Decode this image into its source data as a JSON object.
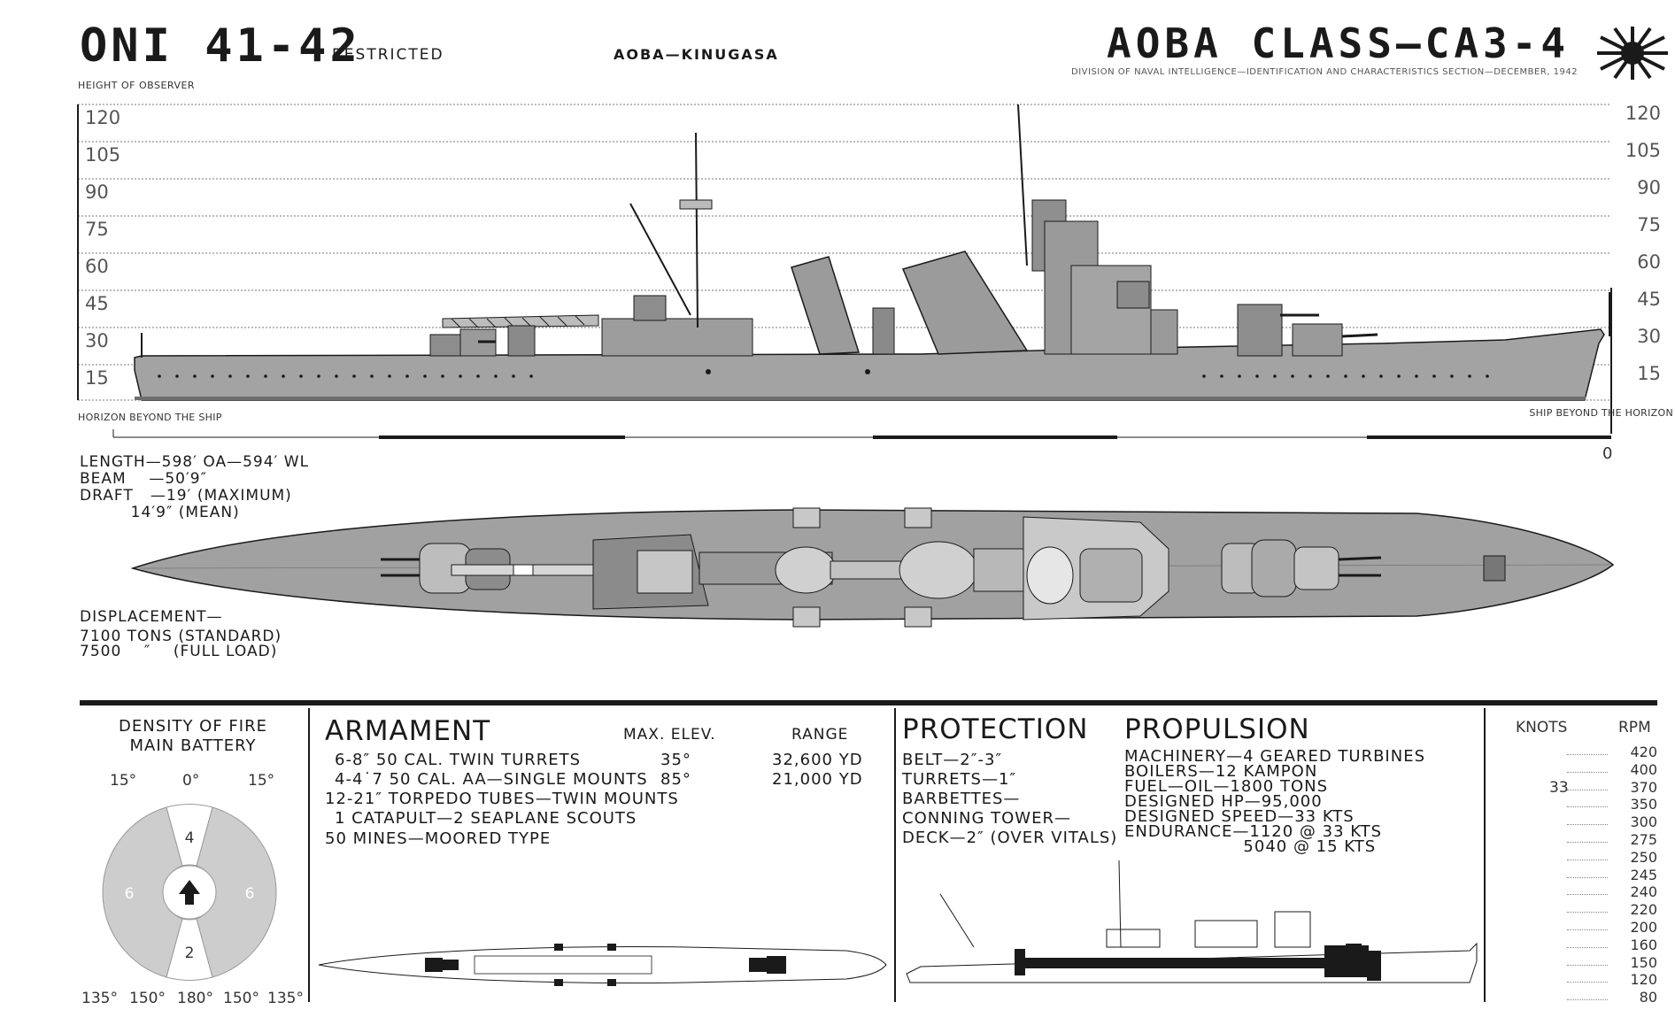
{
  "header": {
    "doc_id": "ONI 41-42",
    "classification": "RESTRICTED",
    "ships": "AOBA—KINUGASA",
    "class_title": "AOBA CLASS—CA3-4",
    "division": "DIVISION OF NAVAL INTELLIGENCE—IDENTIFICATION AND CHARACTERISTICS SECTION—DECEMBER, 1942",
    "height_label": "HEIGHT OF OBSERVER"
  },
  "scale": {
    "left": [
      "120",
      "105",
      "90",
      "75",
      "60",
      "45",
      "30",
      "15"
    ],
    "right": [
      "120",
      "105",
      "90",
      "75",
      "60",
      "45",
      "30",
      "15"
    ],
    "horizon_left": "HORIZON BEYOND THE SHIP",
    "horizon_right": "SHIP BEYOND THE HORIZON",
    "zero": "0"
  },
  "dimensions": {
    "length": "LENGTH—598′ OA—594′ WL",
    "beam": "BEAM    —50′9″",
    "draft": "DRAFT   —19′ (MAXIMUM)",
    "draft_mean": "         14′9″ (MEAN)"
  },
  "displacement": {
    "label": "DISPLACEMENT—",
    "standard": "7100 TONS (STANDARD)",
    "full": "7500    ″    (FULL LOAD)"
  },
  "density": {
    "title_1": "DENSITY OF FIRE",
    "title_2": "MAIN BATTERY",
    "top_angles": [
      "15°",
      "0°",
      "15°"
    ],
    "bottom_angles": [
      "135°",
      "150°",
      "180°",
      "150°",
      "135°"
    ],
    "sectors": {
      "fore": "4",
      "aft": "2",
      "port": "6",
      "starboard": "6"
    }
  },
  "armament": {
    "title": "ARMAMENT",
    "col_elev": "MAX. ELEV.",
    "col_range": "RANGE",
    "rows": [
      {
        "text": "6-8″  50 CAL. TWIN TURRETS",
        "elev": "35°",
        "range": "32,600 YD"
      },
      {
        "text": "4-4˙7 50 CAL. AA—SINGLE MOUNTS",
        "elev": "85°",
        "range": "21,000 YD"
      },
      {
        "text": "12-21″ TORPEDO TUBES—TWIN MOUNTS",
        "elev": "",
        "range": ""
      },
      {
        "text": "1 CATAPULT—2 SEAPLANE SCOUTS",
        "elev": "",
        "range": ""
      },
      {
        "text": "50 MINES—MOORED TYPE",
        "elev": "",
        "range": ""
      }
    ]
  },
  "protection": {
    "title": "PROTECTION",
    "rows": [
      "BELT—2″-3″",
      "TURRETS—1″",
      "BARBETTES—",
      "CONNING TOWER—",
      "DECK—2″ (OVER VITALS)"
    ]
  },
  "propulsion": {
    "title": "PROPULSION",
    "rows": [
      "MACHINERY—4 GEARED TURBINES",
      "BOILERS—12 KAMPON",
      "FUEL—OIL—1800 TONS",
      "DESIGNED HP—95,000",
      "DESIGNED SPEED—33 KTS",
      "ENDURANCE—1120 @ 33 KTS",
      "                    5040 @ 15 KTS"
    ]
  },
  "speed_table": {
    "col_knots": "KNOTS",
    "col_rpm": "RPM",
    "rows": [
      {
        "knots": "",
        "rpm": "420"
      },
      {
        "knots": "",
        "rpm": "400"
      },
      {
        "knots": "33",
        "rpm": "370"
      },
      {
        "knots": "",
        "rpm": "350"
      },
      {
        "knots": "",
        "rpm": "300"
      },
      {
        "knots": "",
        "rpm": "275"
      },
      {
        "knots": "",
        "rpm": "250"
      },
      {
        "knots": "",
        "rpm": "245"
      },
      {
        "knots": "",
        "rpm": "240"
      },
      {
        "knots": "",
        "rpm": "220"
      },
      {
        "knots": "",
        "rpm": "200"
      },
      {
        "knots": "",
        "rpm": "160"
      },
      {
        "knots": "",
        "rpm": "150"
      },
      {
        "knots": "",
        "rpm": "120"
      },
      {
        "knots": "",
        "rpm": "80"
      }
    ]
  },
  "colors": {
    "ink": "#1a1a1a",
    "hull": "#9a9a9a",
    "hull_light": "#c4c4c4",
    "sector": "#cdcdcd"
  }
}
